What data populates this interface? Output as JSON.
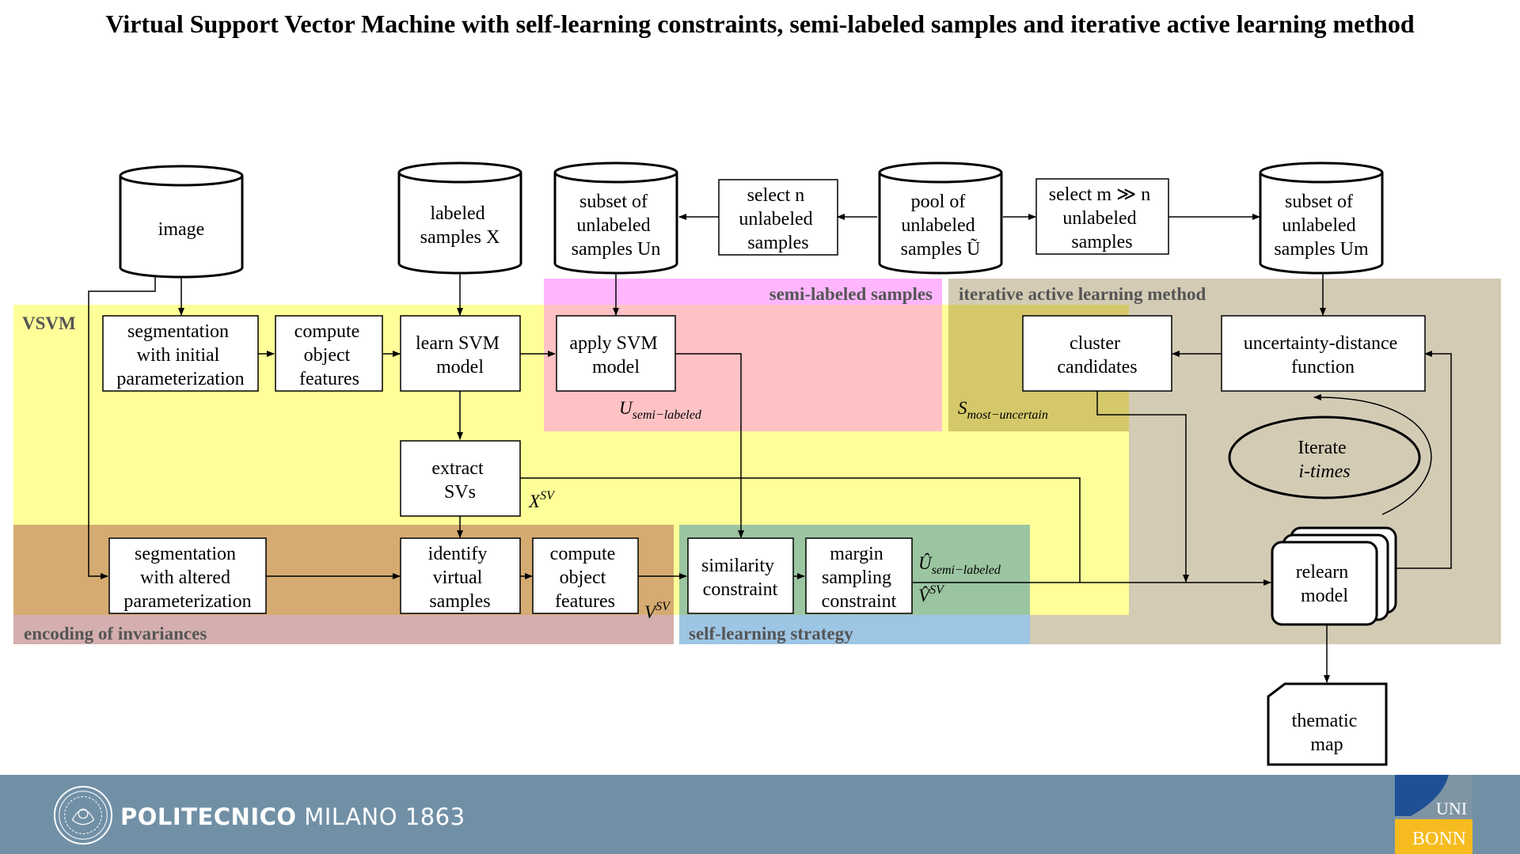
{
  "title": "Virtual Support Vector Machine with self-learning constraints, semi-labeled samples and iterative active learning method",
  "regions": {
    "vsvm": "VSVM",
    "semi_labeled": "semi-labeled samples",
    "active_learning": "iterative active learning method",
    "invariances": "encoding of invariances",
    "self_learning": "self-learning strategy"
  },
  "nodes": {
    "image": [
      "image"
    ],
    "labeled_samples": [
      "labeled",
      "samples X"
    ],
    "subset_un": [
      "subset of",
      "unlabeled",
      "samples Un"
    ],
    "select_n": [
      "select n",
      "unlabeled",
      "samples"
    ],
    "pool": [
      "pool of",
      "unlabeled",
      "samples Ũ"
    ],
    "select_m": [
      "select m ≫ n",
      "unlabeled",
      "samples"
    ],
    "subset_um": [
      "subset of",
      "unlabeled",
      "samples Um"
    ],
    "seg_initial": [
      "segmentation",
      "with initial",
      "parameterization"
    ],
    "compute_features_1": [
      "compute",
      "object",
      "features"
    ],
    "learn_svm": [
      "learn SVM",
      "model"
    ],
    "apply_svm": [
      "apply SVM",
      "model"
    ],
    "cluster": [
      "cluster",
      "candidates"
    ],
    "uncertainty": [
      "uncertainty-distance",
      "function"
    ],
    "extract_svs": [
      "extract",
      "SVs"
    ],
    "iterate": [
      "Iterate",
      "i-times"
    ],
    "seg_altered": [
      "segmentation",
      "with altered",
      "parameterization"
    ],
    "identify_virtual": [
      "identify",
      "virtual",
      "samples"
    ],
    "compute_features_2": [
      "compute",
      "object",
      "features"
    ],
    "similarity": [
      "similarity",
      "constraint"
    ],
    "margin": [
      "margin",
      "sampling",
      "constraint"
    ],
    "relearn": [
      "relearn",
      "model"
    ],
    "thematic_map": [
      "thematic",
      "map"
    ]
  },
  "symbols": {
    "u_semi_labeled": "U",
    "u_semi_labeled_sub": "semi−labeled",
    "s_most_uncertain": "S",
    "s_most_uncertain_sub": "most−uncertain",
    "x_sv": "X",
    "x_sv_sup": "SV",
    "v_sv": "V",
    "v_sv_sup": "SV",
    "u_hat": "Û",
    "u_hat_sub": "semi−labeled",
    "v_hat": "V̂",
    "v_hat_sup": "SV"
  },
  "footer": {
    "institution_bold": "POLITECNICO",
    "institution_rest": "MILANO 1863",
    "uni_top": "UNI",
    "uni_bottom": "BONN"
  },
  "colors": {
    "vsvm": "#ffff99",
    "semi_labeled_header": "#ffb6ff",
    "semi_labeled_body": "#ffc2c4",
    "active_learning": "#d4cbb5",
    "invariances_top": "#d5ab72",
    "invariances_band": "#d5afaf",
    "self_learning_top": "#9bc5a0",
    "self_learning_band": "#9dc5e4",
    "footer": "#7190a6",
    "bonn_yellow": "#f6bc1f",
    "bonn_blue": "#1f4f94"
  }
}
